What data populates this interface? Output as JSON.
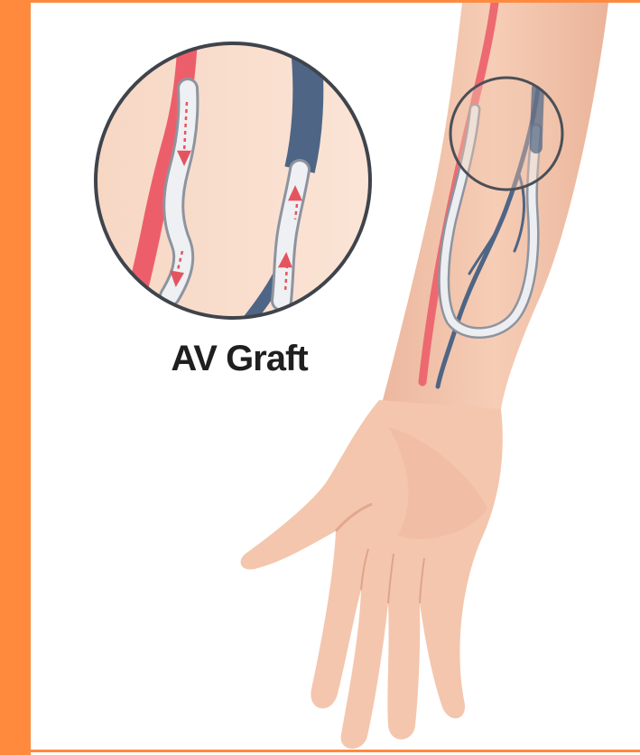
{
  "caption": "AV Graft",
  "colors": {
    "accent_stripe": "#ff8a3d",
    "skin": "#f4c6ad",
    "skin_shadow": "#e2a88c",
    "artery": "#ec5f6a",
    "vein": "#4e6585",
    "graft": "#e6e7ea",
    "magnifier_ring": "#4a4f58",
    "caption_text": "#1f1f1f"
  },
  "illustration": {
    "subject": "forearm-and-hand",
    "graft_shape": "loop",
    "magnified_detail": "graft-connection-artery-to-vein",
    "flow_arrows": true
  }
}
